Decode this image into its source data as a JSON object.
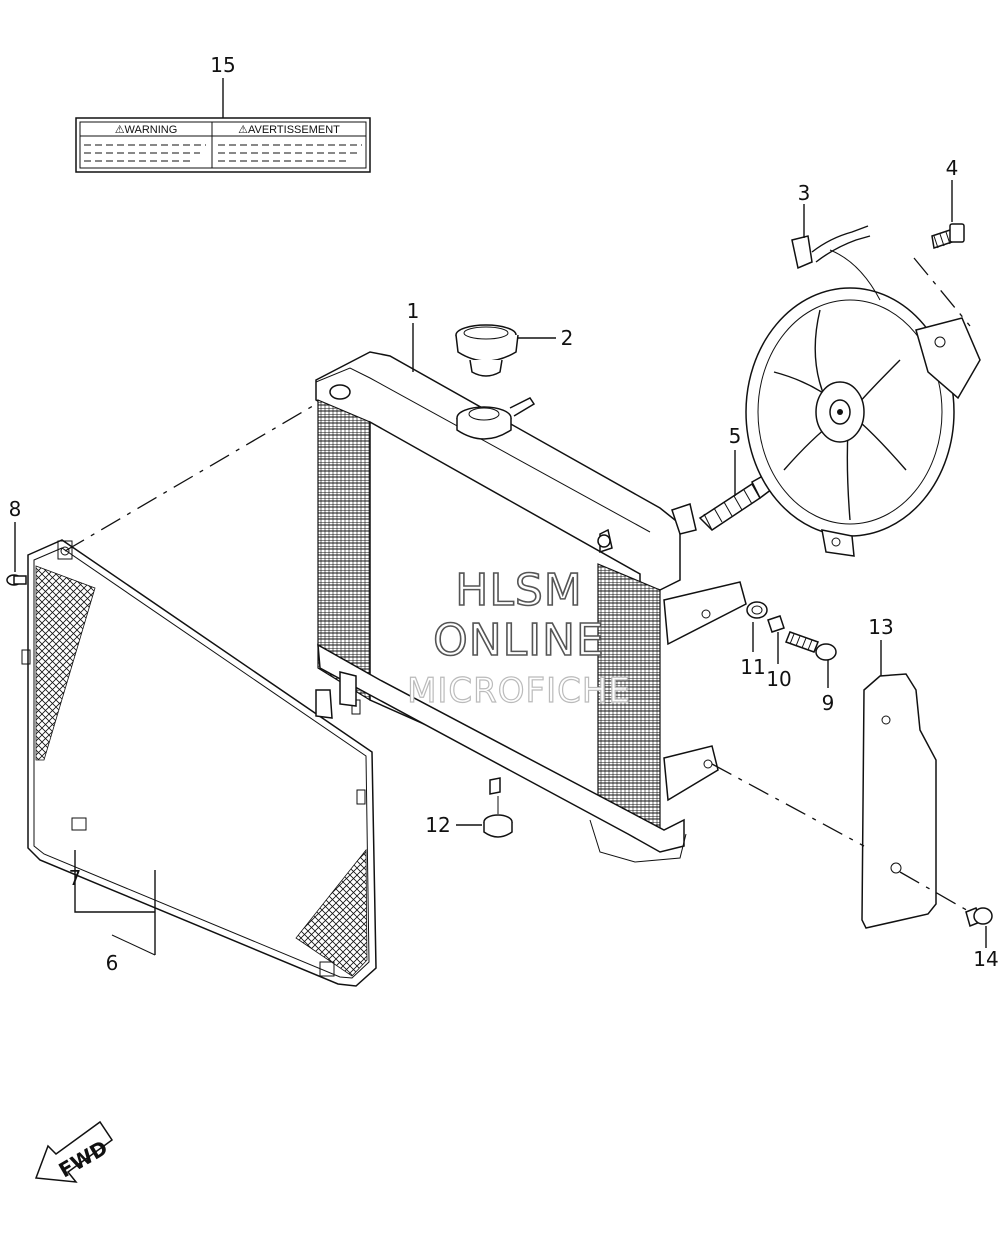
{
  "label_sticker": {
    "warning_text": "⚠WARNING",
    "avertissement_text": "⚠AVERTISSEMENT"
  },
  "callouts": {
    "c1": "1",
    "c2": "2",
    "c3": "3",
    "c4": "4",
    "c5": "5",
    "c6": "6",
    "c7": "7",
    "c8": "8",
    "c9": "9",
    "c10": "10",
    "c11": "11",
    "c12": "12",
    "c13": "13",
    "c14": "14",
    "c15": "15"
  },
  "watermark": {
    "line1": "HLSM",
    "line2": "ONLINE",
    "line3": "MICROFICHE"
  },
  "fwd_arrow": {
    "text": "FWD"
  }
}
